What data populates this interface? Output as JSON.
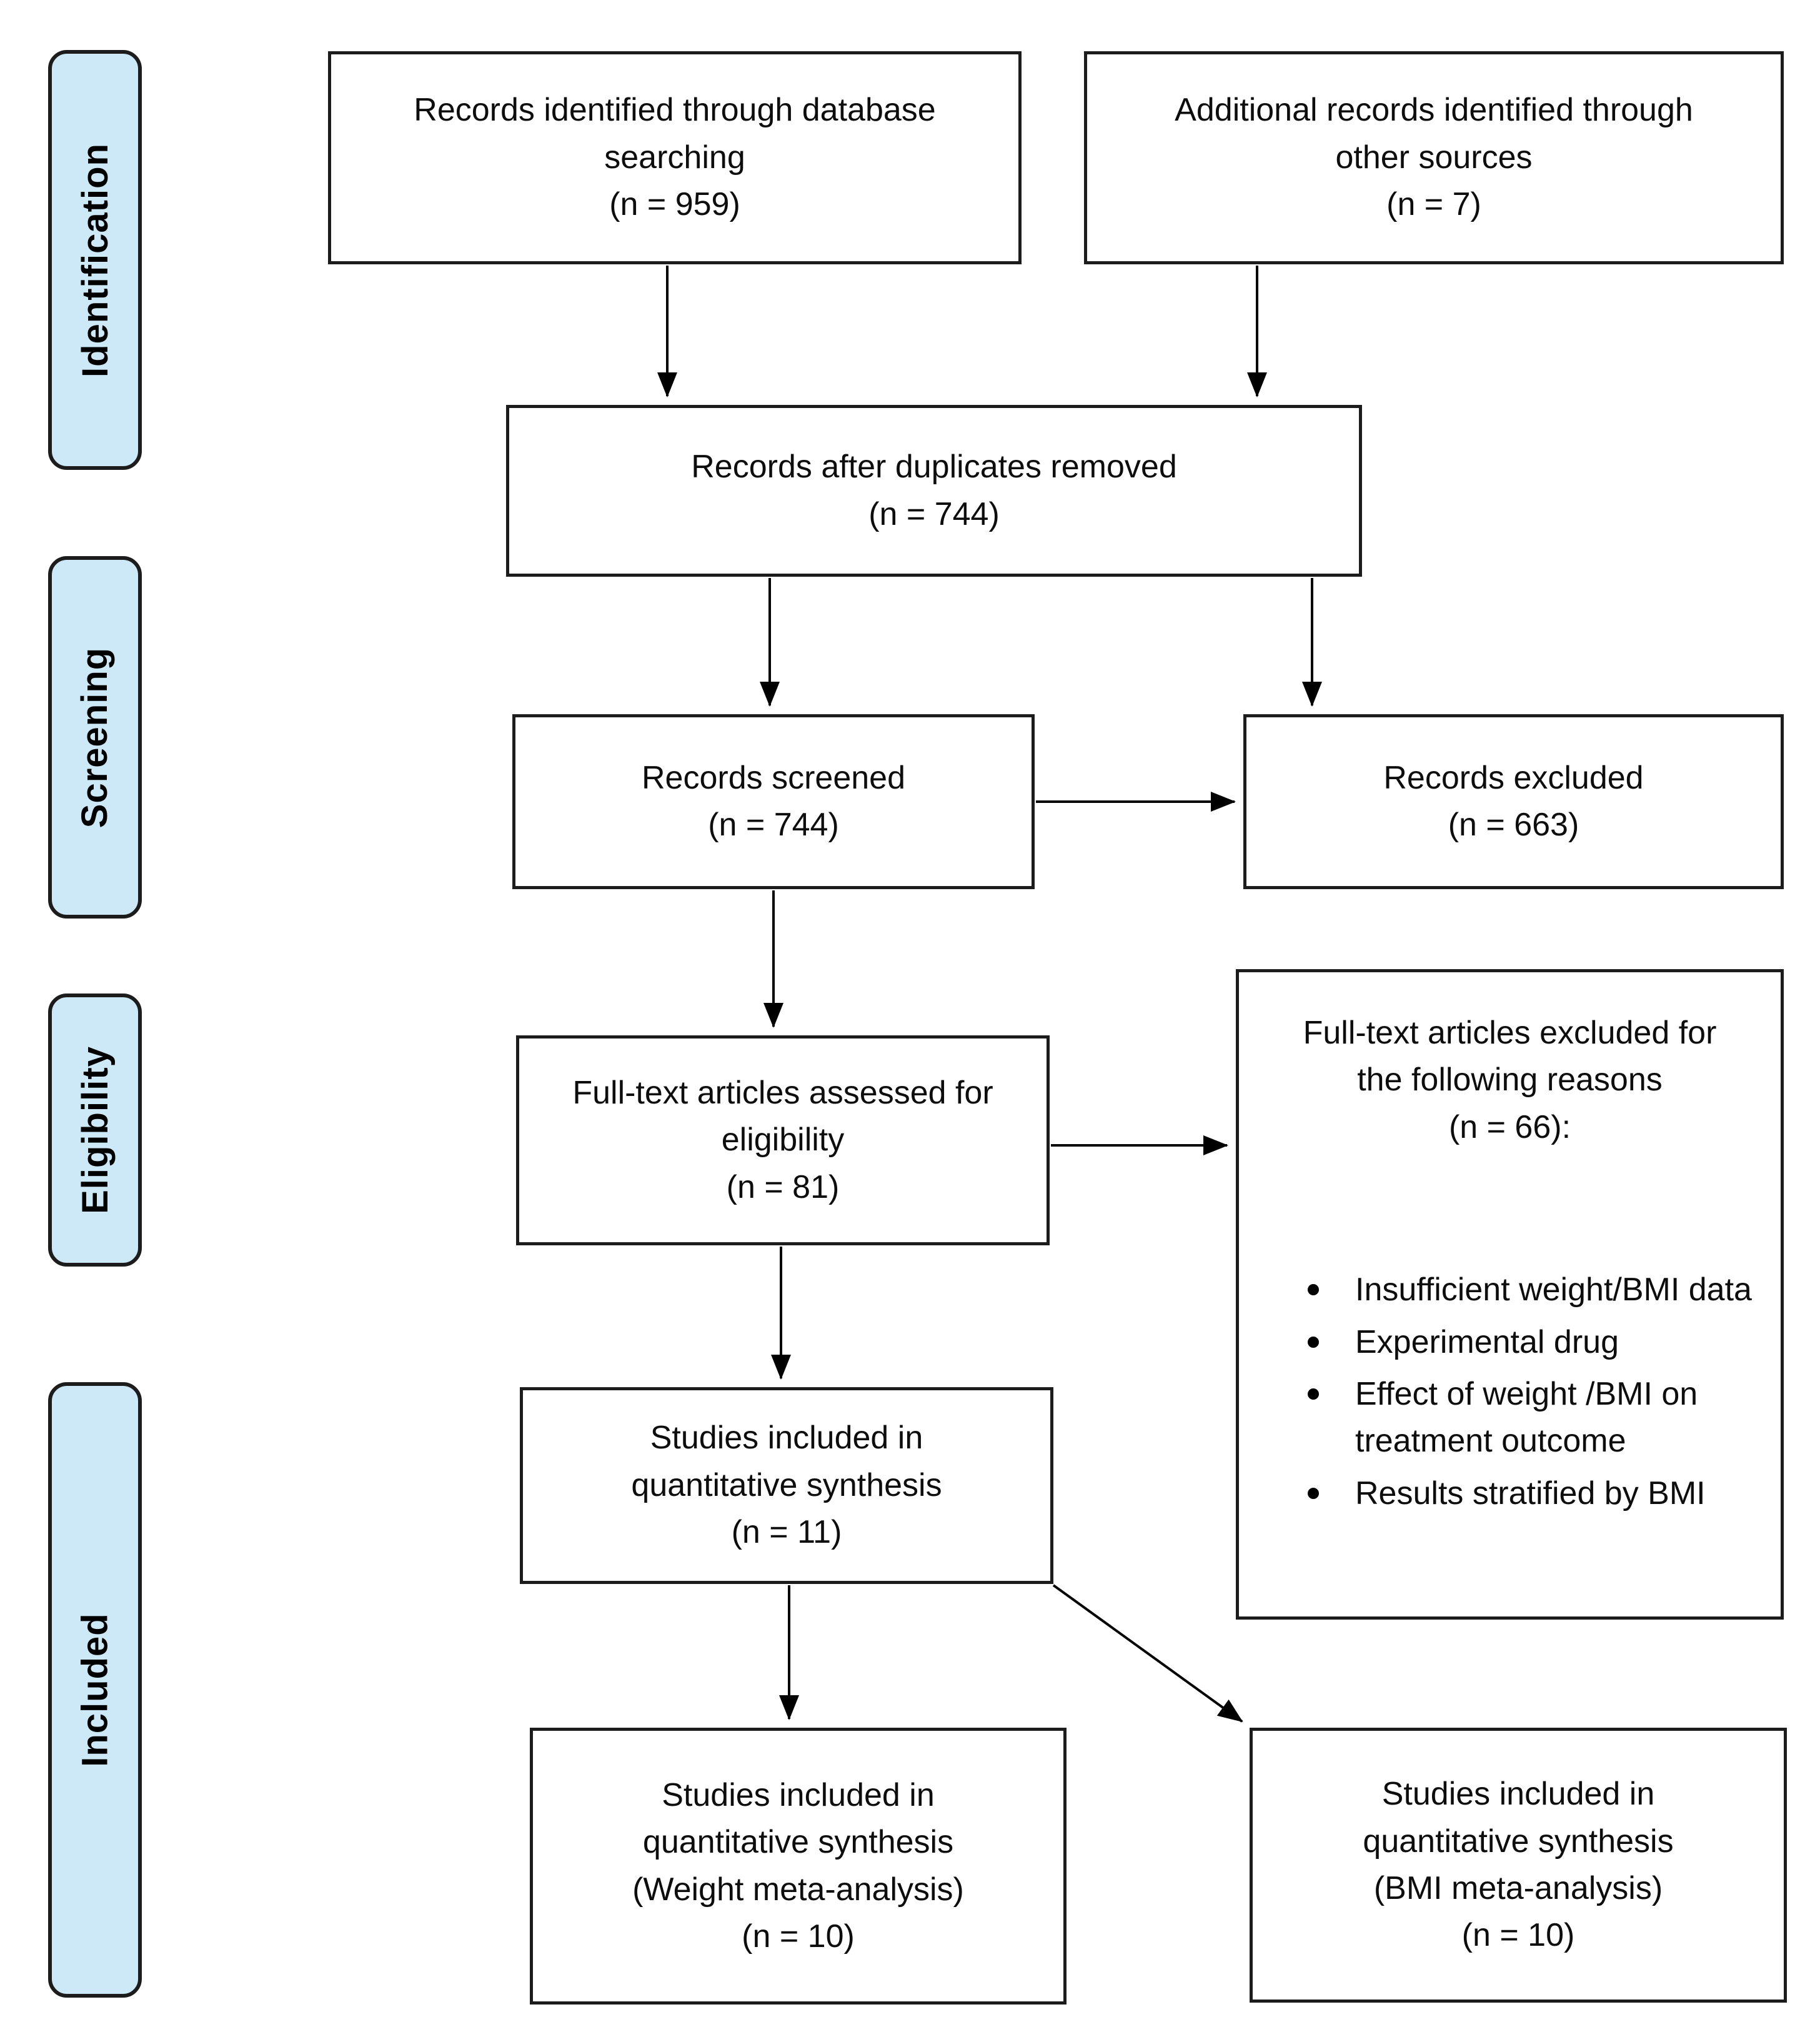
{
  "sidebar": {
    "stages": [
      {
        "label": "Identification"
      },
      {
        "label": "Screening"
      },
      {
        "label": "Eligibility"
      },
      {
        "label": "Included"
      }
    ]
  },
  "boxes": {
    "identified": {
      "lines": [
        "Records identified through database",
        "searching",
        "(n = 959)"
      ]
    },
    "additional": {
      "lines": [
        "Additional records identified through",
        "other sources",
        "(n = 7)"
      ]
    },
    "duplicates": {
      "lines": [
        "Records after duplicates removed",
        "(n = 744)"
      ]
    },
    "screened": {
      "lines": [
        "Records screened",
        "(n = 744)"
      ]
    },
    "excluded": {
      "lines": [
        "Records excluded",
        "(n = 663)"
      ]
    },
    "fulltext_assessed": {
      "lines": [
        "Full-text articles assessed for",
        "eligibility",
        "(n = 81)"
      ]
    },
    "fulltext_excluded": {
      "heading_lines": [
        "Full-text articles excluded for",
        "the following reasons",
        "(n = 66):"
      ],
      "reasons": [
        "Insufficient weight/BMI data",
        "Experimental drug",
        "Effect of weight /BMI on treatment outcome",
        "Results stratified by BMI"
      ]
    },
    "quantitative": {
      "lines": [
        "Studies included in",
        "quantitative synthesis",
        "(n = 11)"
      ]
    },
    "weight_meta": {
      "lines": [
        "Studies included in",
        "quantitative synthesis",
        "(Weight meta-analysis)",
        "(n = 10)"
      ]
    },
    "bmi_meta": {
      "lines": [
        "Studies included in",
        "quantitative synthesis",
        "(BMI meta-analysis)",
        "(n = 10)"
      ]
    }
  },
  "colors": {
    "stage_fill": "#cde8f7",
    "stage_border": "#1c1c1c",
    "box_border": "#1c1c1c",
    "arrow": "#000000"
  }
}
